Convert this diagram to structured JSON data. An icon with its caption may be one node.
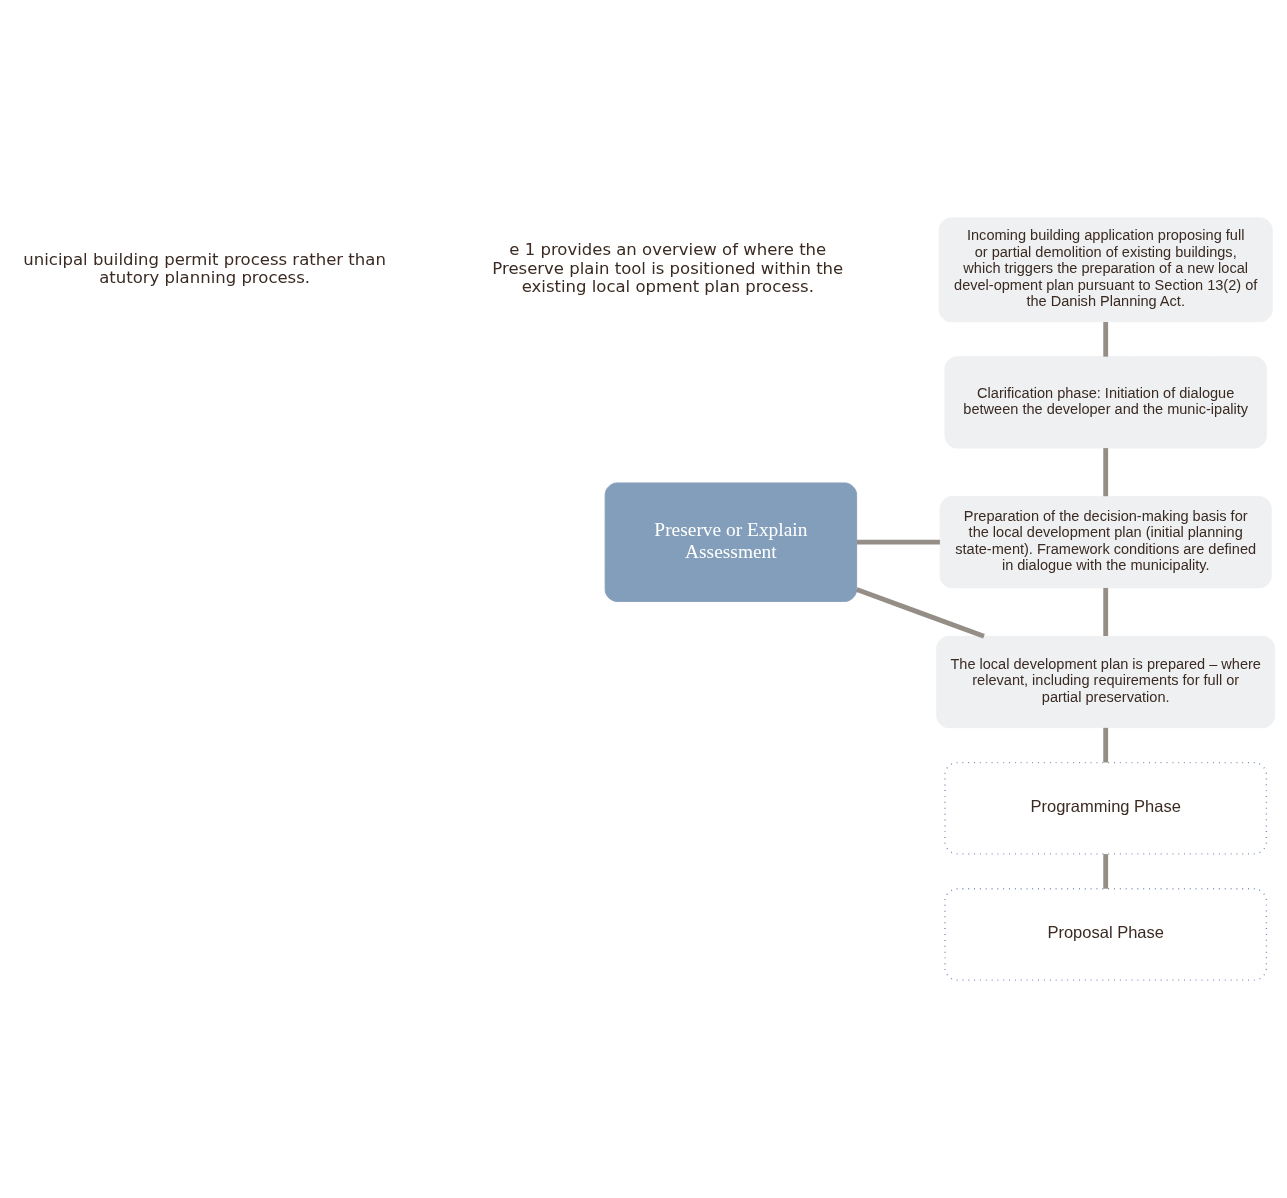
{
  "diagram": {
    "nodes": [
      {
        "text": [
          "Preserve or Explain Assessment"
        ]
      },
      {
        "text": [
          "Incoming building application proposing full or partial demolition of existing buildings, which triggers the preparation of a new local devel-opment plan pursuant to Section 13(2) of the Danish Planning Act."
        ]
      },
      {
        "text": [
          "Clarification phase: Initiation of dialogue between the developer and the munic-ipality"
        ]
      },
      {
        "text": [
          "Preparation of the decision-making basis for the local development plan (initial planning state-ment). Framework conditions are defined in dialogue with the municipality."
        ]
      },
      {
        "text": [
          "The local development plan is prepared – where relevant, including requirements for full or partial preservation."
        ]
      },
      {
        "text": [
          "Programming Phase"
        ]
      },
      {
        "text": [
          "Proposal Phase"
        ]
      }
    ],
    "edges": [
      {
        "from": 1,
        "to": 2,
        "arrow": "none"
      },
      {
        "from": 2,
        "to": 3,
        "arrow": "none"
      },
      {
        "from": 3,
        "to": 4,
        "arrow": "none"
      },
      {
        "from": 4,
        "to": 5,
        "arrow": "none"
      },
      {
        "from": 5,
        "to": 6,
        "arrow": "none"
      },
      {
        "from": 0,
        "to": 3,
        "arrow": "none"
      },
      {
        "from": 0,
        "to": 4,
        "arrow": "none"
      }
    ],
    "labels": [
      "unicipal building permit process rather than atutory planning process.",
      "e 1 provides an overview of where the Preserve plain tool is positioned within the existing local opment plan process."
    ]
  }
}
